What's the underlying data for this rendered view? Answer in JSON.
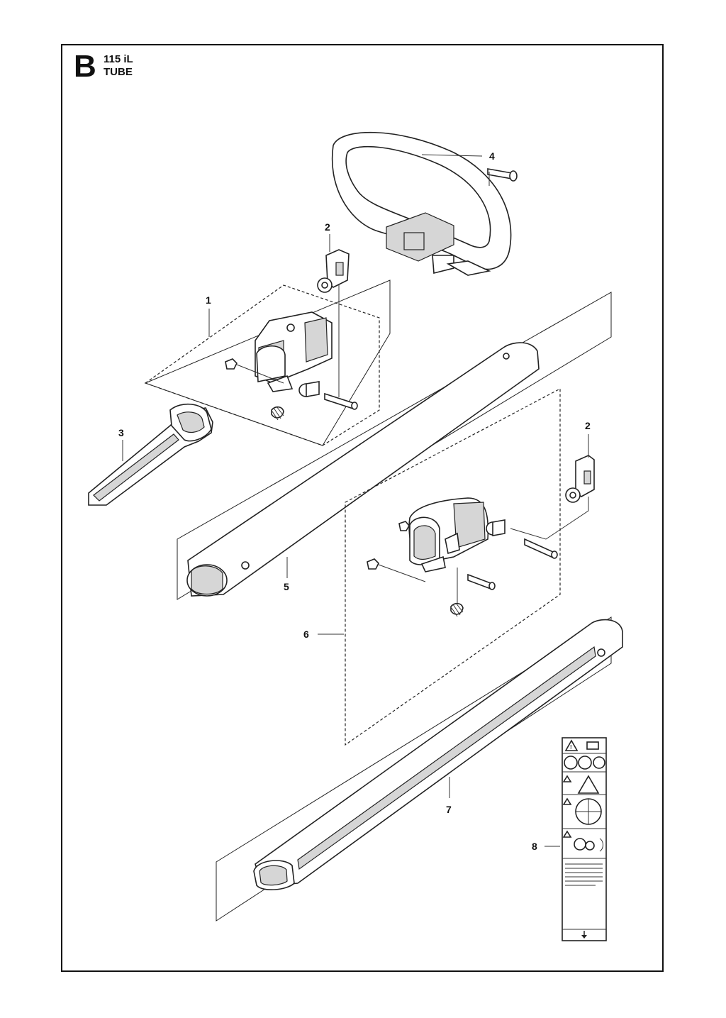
{
  "header": {
    "section_letter": "B",
    "model": "115 iL",
    "section_title": "TUBE"
  },
  "callouts": [
    {
      "id": "1",
      "label": "1"
    },
    {
      "id": "2a",
      "label": "2"
    },
    {
      "id": "2b",
      "label": "2"
    },
    {
      "id": "3",
      "label": "3"
    },
    {
      "id": "4",
      "label": "4"
    },
    {
      "id": "5",
      "label": "5"
    },
    {
      "id": "6",
      "label": "6"
    },
    {
      "id": "7",
      "label": "7"
    },
    {
      "id": "8",
      "label": "8"
    }
  ],
  "warning_label_icons": [
    "warning-triangle-icon",
    "manual-book-icon",
    "helmet-icon",
    "ear-protection-icon",
    "glove-icon",
    "distance-warning-icon",
    "blade-warning-icon",
    "stop-key-icon",
    "down-arrow-icon"
  ]
}
